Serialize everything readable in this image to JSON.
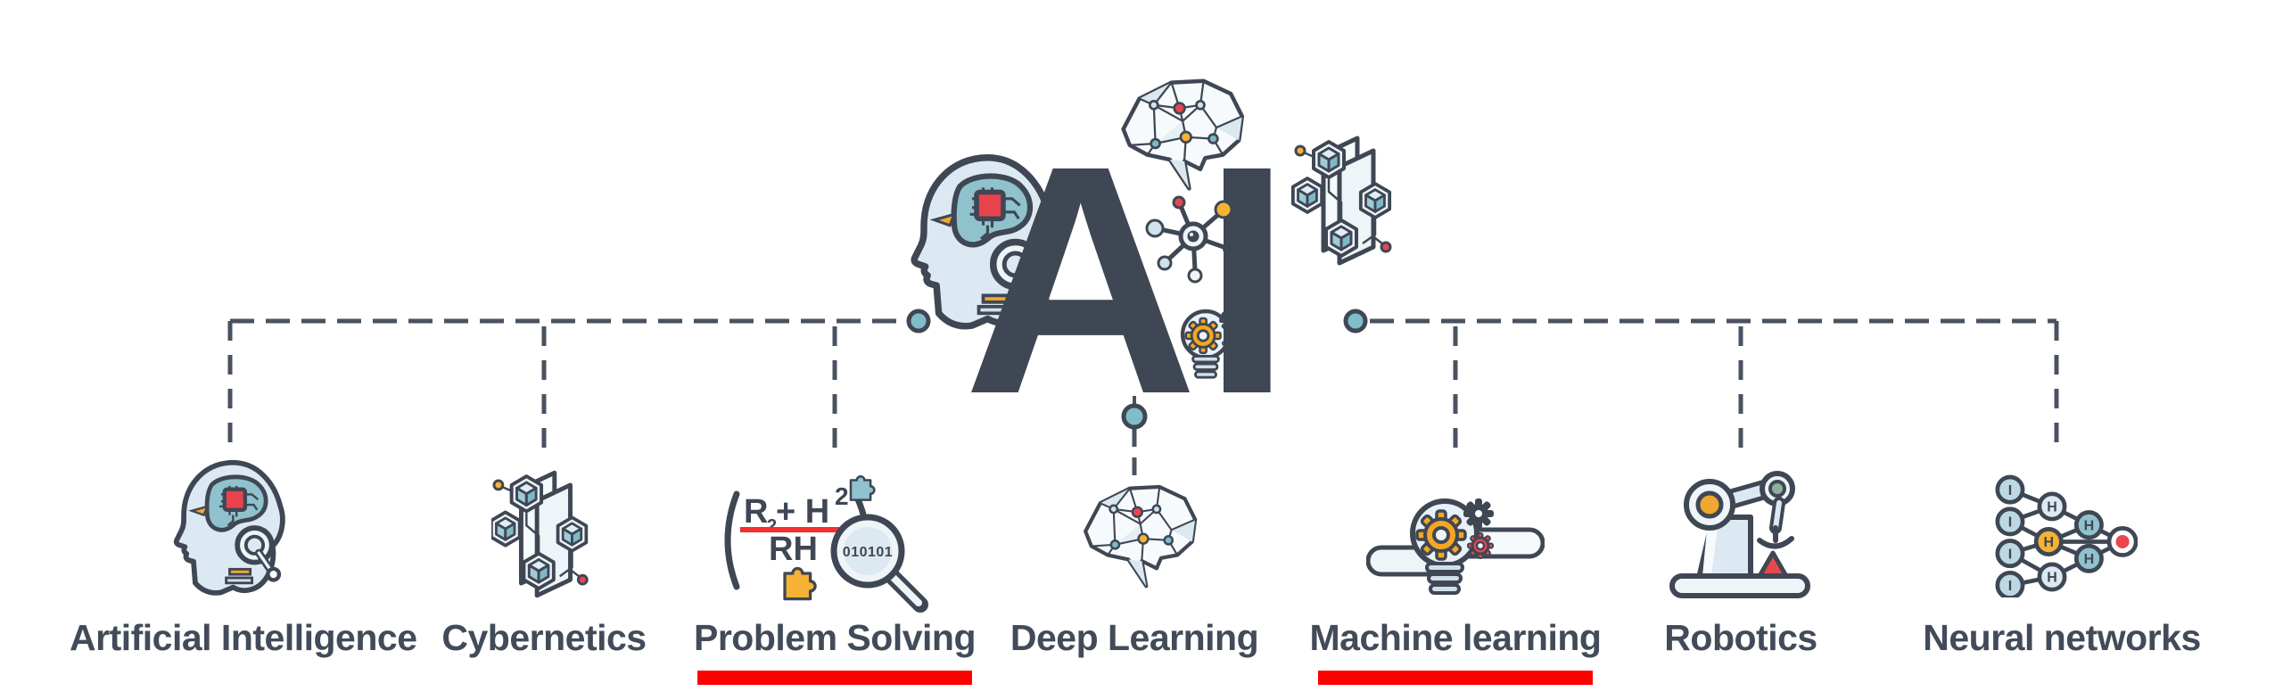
{
  "hero": {
    "wordmark": "AI"
  },
  "items": [
    {
      "label": "Artificial Intelligence",
      "underlined": false
    },
    {
      "label": "Cybernetics",
      "underlined": false
    },
    {
      "label": "Problem Solving",
      "underlined": true
    },
    {
      "label": "Deep Learning",
      "underlined": false
    },
    {
      "label": "Machine learning",
      "underlined": true
    },
    {
      "label": "Robotics",
      "underlined": false
    },
    {
      "label": "Neural networks",
      "underlined": false
    }
  ],
  "icons": {
    "problem_solving": {
      "numerator_r": "R",
      "numerator_sub": "2",
      "numerator_rest": "+ H",
      "denominator": "RH",
      "exponent": "2",
      "lens_text": "010101"
    },
    "neural_networks": {
      "input_node": "I",
      "hidden_node": "H"
    }
  },
  "colors": {
    "outline": "#3f4754",
    "wordmark": "#4b5363",
    "connector": "#4a5260",
    "dot_teal": "#7fbdc9",
    "light_fill": "#e8f1f7",
    "teal": "#8fc2cd",
    "yellow": "#f5a623",
    "red": "#e8474f",
    "underline_red": "#ff0000"
  }
}
